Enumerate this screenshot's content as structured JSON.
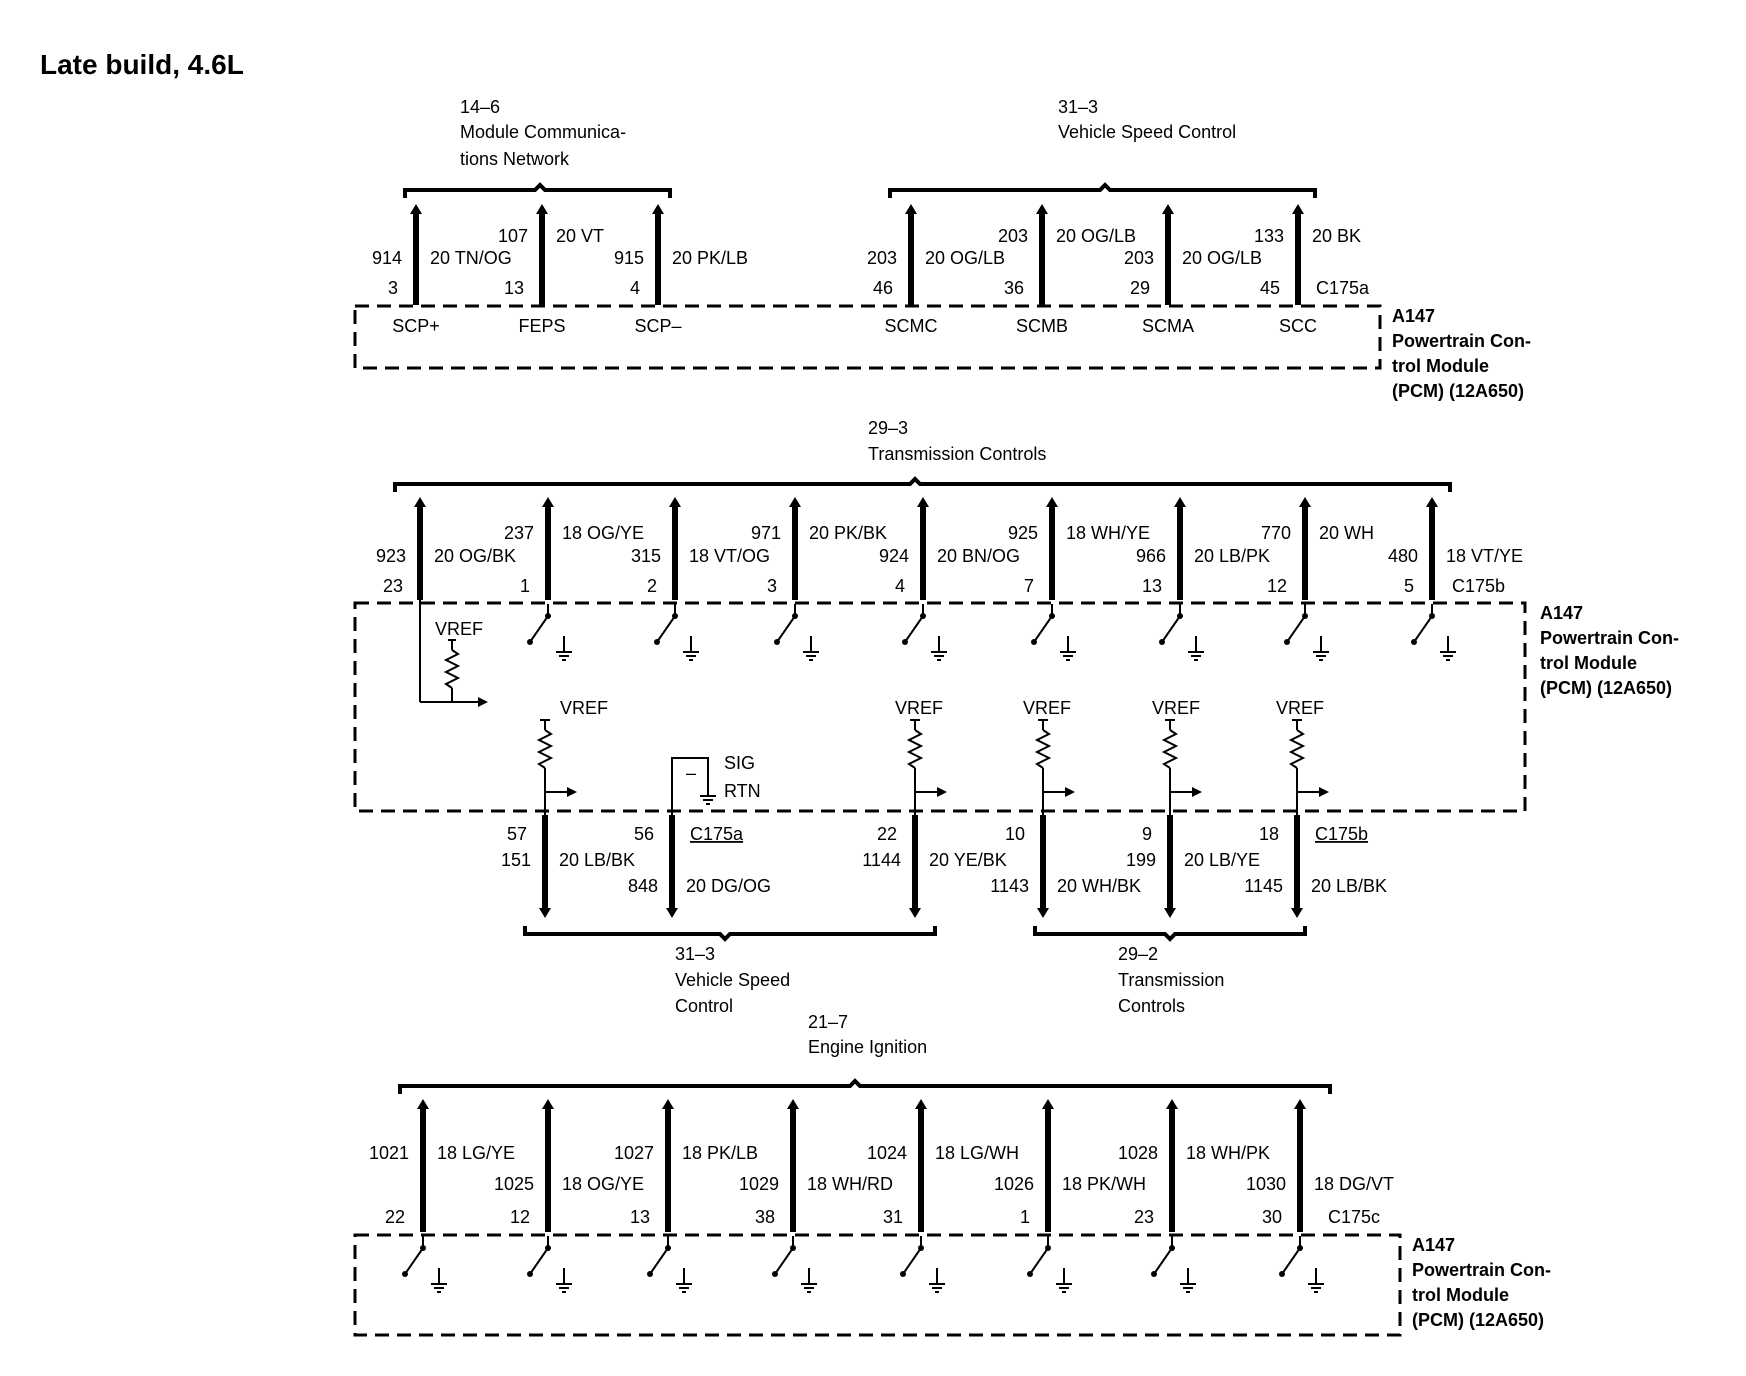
{
  "title": "Late build, 4.6L",
  "sections": [
    {
      "module": {
        "id": "A147",
        "lines": [
          "Powertrain Con-",
          "trol Module",
          "(PCM) (12A650)"
        ]
      },
      "connector_labels": [
        "C175a"
      ],
      "groups": [
        {
          "ref": "14–6",
          "lines": [
            "Module Communica-",
            "tions Network"
          ]
        },
        {
          "ref": "31–3",
          "lines": [
            "Vehicle Speed Control"
          ]
        }
      ],
      "pins": [
        {
          "pin": "3",
          "circuit": "914",
          "wire": "20 TN/OG",
          "sig": "SCP+"
        },
        {
          "pin": "13",
          "circuit": "107",
          "wire": "20 VT",
          "sig": "FEPS"
        },
        {
          "pin": "4",
          "circuit": "915",
          "wire": "20 PK/LB",
          "sig": "SCP–"
        },
        {
          "pin": "46",
          "circuit": "203",
          "wire": "20 OG/LB",
          "sig": "SCMC"
        },
        {
          "pin": "36",
          "circuit": "203",
          "wire": "20 OG/LB",
          "sig": "SCMB"
        },
        {
          "pin": "29",
          "circuit": "203",
          "wire": "20 OG/LB",
          "sig": "SCMA"
        },
        {
          "pin": "45",
          "circuit": "133",
          "wire": "20 BK",
          "sig": "SCC"
        }
      ]
    },
    {
      "module": {
        "id": "A147",
        "lines": [
          "Powertrain Con-",
          "trol Module",
          "(PCM) (12A650)"
        ]
      },
      "connector_labels": [
        "C175b",
        "C175a",
        "C175b"
      ],
      "groups": [
        {
          "ref": "29–3",
          "lines": [
            "Transmission Controls"
          ]
        },
        {
          "ref": "31–3",
          "lines": [
            "Vehicle Speed",
            "Control"
          ]
        },
        {
          "ref": "29–2",
          "lines": [
            "Transmission",
            "Controls"
          ]
        }
      ],
      "internal_labels": {
        "vref": "VREF",
        "sig": "SIG",
        "rtn": "RTN",
        "minus": "–"
      },
      "top_pins": [
        {
          "pin": "23",
          "circuit": "923",
          "wire": "20 OG/BK"
        },
        {
          "pin": "1",
          "circuit": "237",
          "wire": "18 OG/YE"
        },
        {
          "pin": "2",
          "circuit": "315",
          "wire": "18 VT/OG"
        },
        {
          "pin": "3",
          "circuit": "971",
          "wire": "20 PK/BK"
        },
        {
          "pin": "4",
          "circuit": "924",
          "wire": "20 BN/OG"
        },
        {
          "pin": "7",
          "circuit": "925",
          "wire": "18 WH/YE"
        },
        {
          "pin": "13",
          "circuit": "966",
          "wire": "20 LB/PK"
        },
        {
          "pin": "12",
          "circuit": "770",
          "wire": "20 WH"
        },
        {
          "pin": "5",
          "circuit": "480",
          "wire": "18 VT/YE"
        }
      ],
      "bottom_pins": [
        {
          "pin": "57",
          "circuit": "151",
          "wire": "20 LB/BK"
        },
        {
          "pin": "56",
          "circuit": "848",
          "wire": "20 DG/OG"
        },
        {
          "pin": "22",
          "circuit": "1144",
          "wire": "20 YE/BK"
        },
        {
          "pin": "10",
          "circuit": "1143",
          "wire": "20 WH/BK"
        },
        {
          "pin": "9",
          "circuit": "199",
          "wire": "20 LB/YE"
        },
        {
          "pin": "18",
          "circuit": "1145",
          "wire": "20 LB/BK"
        }
      ]
    },
    {
      "module": {
        "id": "A147",
        "lines": [
          "Powertrain Con-",
          "trol Module",
          "(PCM) (12A650)"
        ]
      },
      "connector_labels": [
        "C175c"
      ],
      "groups": [
        {
          "ref": "21–7",
          "lines": [
            "Engine Ignition"
          ]
        }
      ],
      "pins": [
        {
          "pin": "22",
          "circuit": "1021",
          "wire": "18 LG/YE"
        },
        {
          "pin": "12",
          "circuit": "1025",
          "wire": "18 OG/YE"
        },
        {
          "pin": "13",
          "circuit": "1027",
          "wire": "18 PK/LB"
        },
        {
          "pin": "38",
          "circuit": "1029",
          "wire": "18 WH/RD"
        },
        {
          "pin": "31",
          "circuit": "1024",
          "wire": "18 LG/WH"
        },
        {
          "pin": "1",
          "circuit": "1026",
          "wire": "18 PK/WH"
        },
        {
          "pin": "23",
          "circuit": "1028",
          "wire": "18 WH/PK"
        },
        {
          "pin": "30",
          "circuit": "1030",
          "wire": "18 DG/VT"
        }
      ]
    }
  ]
}
